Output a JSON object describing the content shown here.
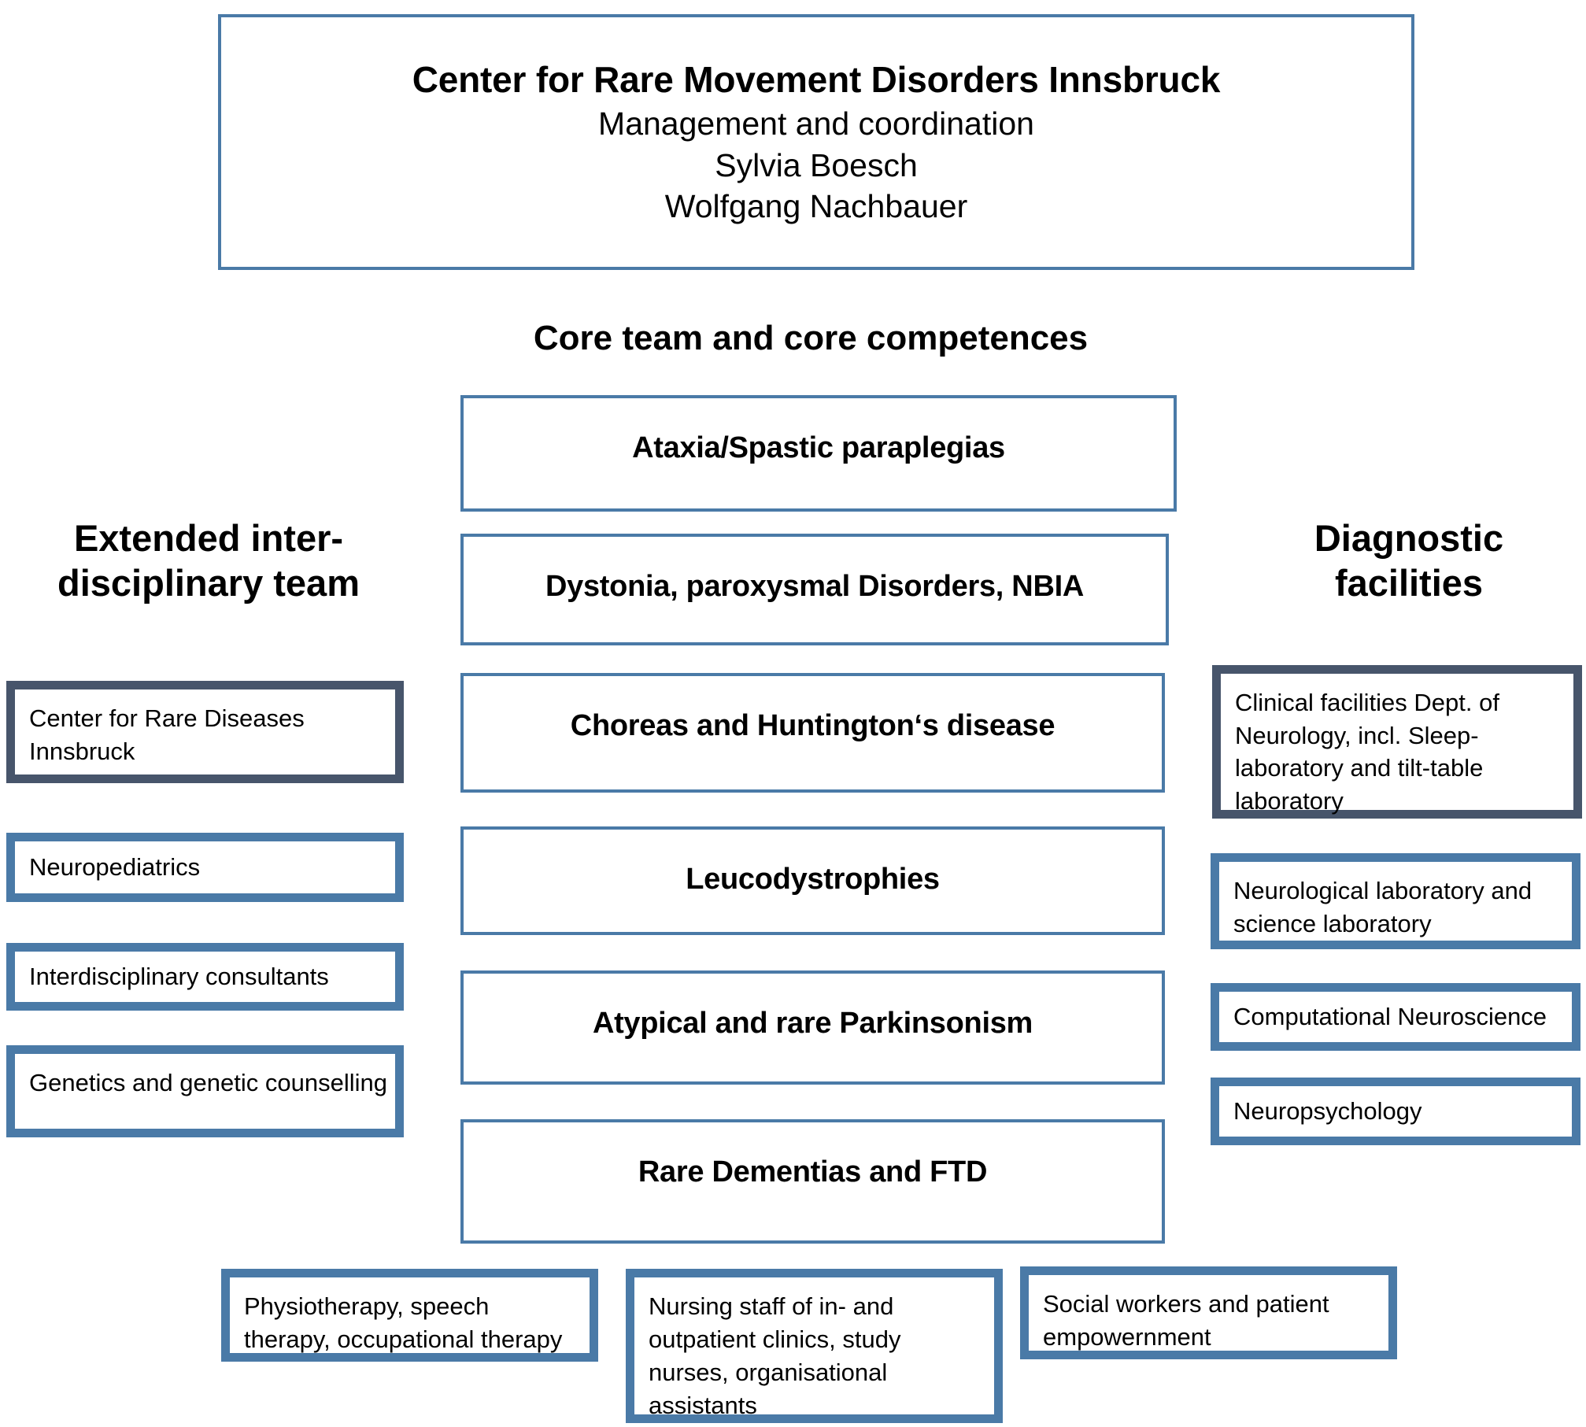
{
  "header": {
    "title": "Center for Rare Movement Disorders Innsbruck",
    "lines": [
      "Management and coordination",
      "Sylvia Boesch",
      "Wolfgang Nachbauer"
    ]
  },
  "core_section": {
    "label": "Core team and core competences",
    "items": [
      "Ataxia/Spastic paraplegias",
      "Dystonia, paroxysmal Disorders, NBIA",
      "Choreas and Huntington‘s disease",
      "Leucodystrophies",
      "Atypical and rare Parkinsonism",
      "Rare Dementias and FTD"
    ]
  },
  "left_column": {
    "title_line1": "Extended inter-",
    "title_line2": "disciplinary team",
    "items": [
      {
        "label": "Center for Rare Diseases Innsbruck",
        "style": "dark"
      },
      {
        "label": "Neuropediatrics",
        "style": "thick"
      },
      {
        "label": "Interdisciplinary consultants",
        "style": "thick"
      },
      {
        "label": "Genetics and genetic counselling",
        "style": "thick"
      }
    ]
  },
  "right_column": {
    "title_line1": "Diagnostic",
    "title_line2": "facilities",
    "items": [
      {
        "label": "Clinical facilities Dept. of Neurology, incl. Sleep-laboratory and tilt-table laboratory",
        "style": "dark"
      },
      {
        "label": "Neurological laboratory and science laboratory",
        "style": "thick"
      },
      {
        "label": "Computational  Neuroscience",
        "style": "thick"
      },
      {
        "label": "Neuropsychology",
        "style": "thick"
      }
    ]
  },
  "bottom_row": {
    "items": [
      "Physiotherapy, speech therapy, occupational therapy",
      "Nursing staff of in- and outpatient clinics, study nurses, organisational assistants",
      "Social workers and patient empowernment"
    ]
  },
  "colors": {
    "accent_light": "#4a7aa7",
    "accent_dark": "#47556b",
    "background": "#ffffff",
    "text": "#000000"
  }
}
